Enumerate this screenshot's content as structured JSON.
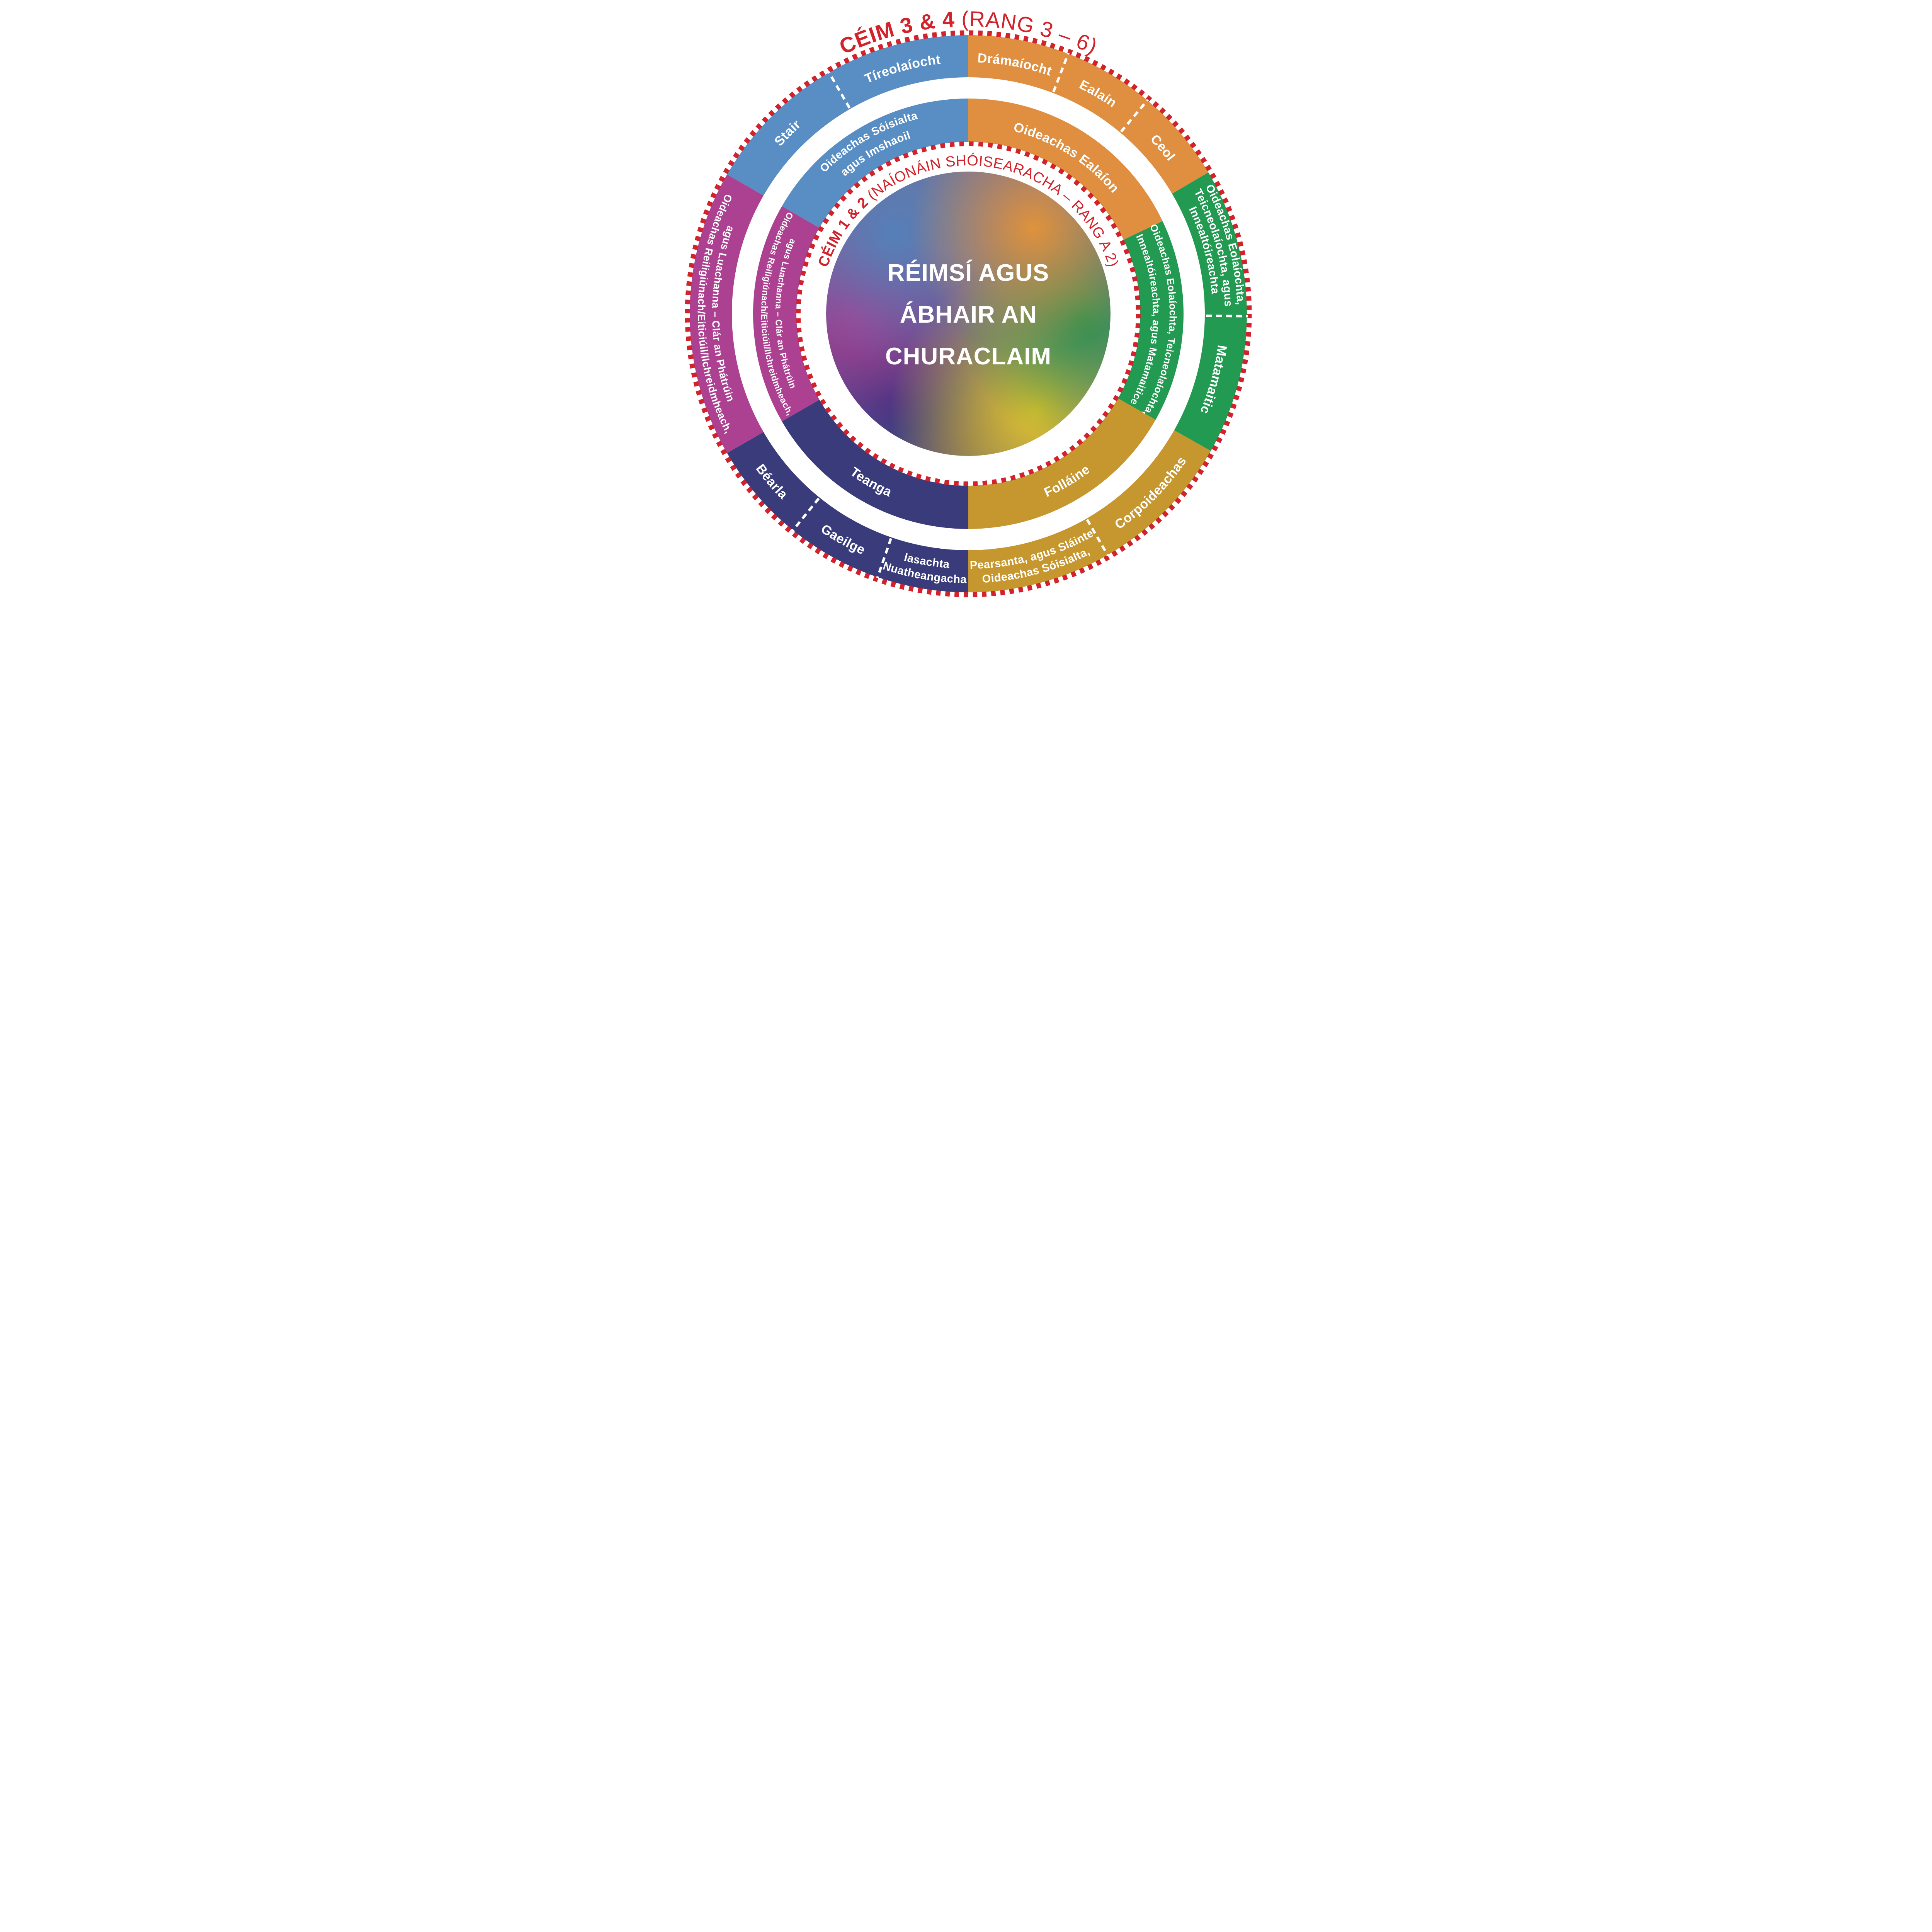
{
  "wheel": {
    "stage34_label": {
      "bold": "CÉIM 3 & 4 ",
      "rest": "(RANG 3 – 6)"
    },
    "stage12_label": {
      "bold": "CÉIM 1 & 2 ",
      "rest": "(NAÍONÁIN SHÓISEARACHA – RANG A 2)"
    },
    "center": {
      "line1": "RÉIMSÍ AGUS",
      "line2": "ÁBHAIR AN",
      "line3": "CHURACLAIM"
    },
    "outer": {
      "tireolaiocht": "Tíreolaíocht",
      "stair": "Stair",
      "dramaiocht": "Drámaíocht",
      "ealain": "Ealaín",
      "ceol": "Ceol",
      "stem": [
        "Oideachas Eolaíochta,",
        "Teicneolaíochta, agus",
        "Innealtóireachta"
      ],
      "matamaitic": "Matamaitic",
      "corpoideachas": "Corpoideachas",
      "osps": [
        "Oideachas Sóisialta,",
        "Pearsanta, agus Sláinte"
      ],
      "nuatheangacha": [
        "Nuatheangacha",
        "Iasachta"
      ],
      "gaeilge": "Gaeilge",
      "bearla": "Béarla",
      "reiligiunach": [
        "Oideachas Reiligiúnach/Eiticiúil/Ilchreidmheach,",
        "agus Luachanna – Clár an Phátrúin"
      ]
    },
    "inner": {
      "osi": [
        "Oideachas Sóisialta",
        "agus Imshaoil"
      ],
      "ealaion": "Oideachas Ealaíon",
      "stem": [
        "Oideachas Eolaíochta, Teicneolaíochta,",
        "Innealtóireachta, agus Matamaitice"
      ],
      "follaine": "Folláine",
      "teanga": "Teanga",
      "reiligiunach": [
        "Oideachas Reiligiúnach/Eiticiúil/Ilchreidmheach,",
        "agus Luachanna – Clár an Phátrúin"
      ]
    },
    "colors": {
      "blue": "#588EC3",
      "orange": "#DF8F3F",
      "green": "#239A51",
      "gold": "#C6962F",
      "navy": "#3A3B7B",
      "magenta": "#AD4191",
      "red": "#D2222B",
      "white": "#FFFFFF"
    }
  }
}
